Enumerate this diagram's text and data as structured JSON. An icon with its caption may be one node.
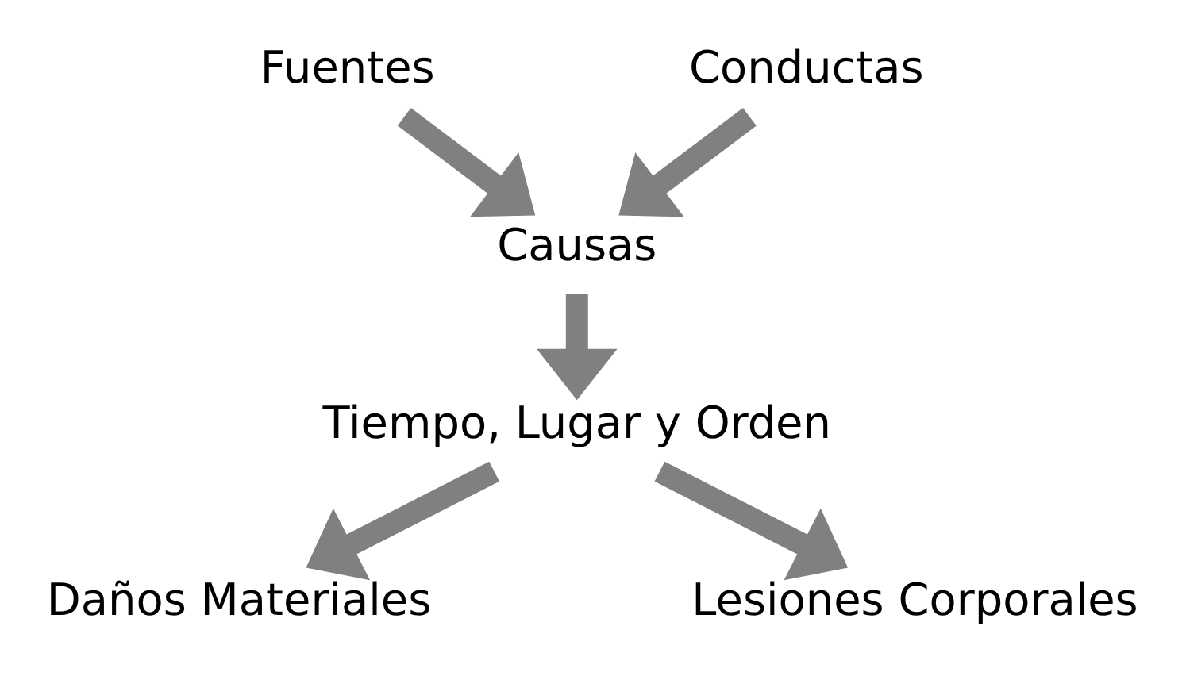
{
  "diagram": {
    "nodes": [
      {
        "text": [
          "Fuentes"
        ]
      },
      {
        "text": [
          "Conductas"
        ]
      },
      {
        "text": [
          "Causas"
        ]
      },
      {
        "text": [
          "Tiempo, Lugar y Orden"
        ]
      },
      {
        "text": [
          "Daños Materiales"
        ]
      },
      {
        "text": [
          "Lesiones Corporales"
        ]
      }
    ],
    "edges": [
      {
        "from": 0,
        "to": 2,
        "arrow": "to"
      },
      {
        "from": 1,
        "to": 2,
        "arrow": "to"
      },
      {
        "from": 2,
        "to": 3,
        "arrow": "to"
      },
      {
        "from": 3,
        "to": 4,
        "arrow": "to"
      },
      {
        "from": 3,
        "to": 5,
        "arrow": "to"
      }
    ]
  }
}
